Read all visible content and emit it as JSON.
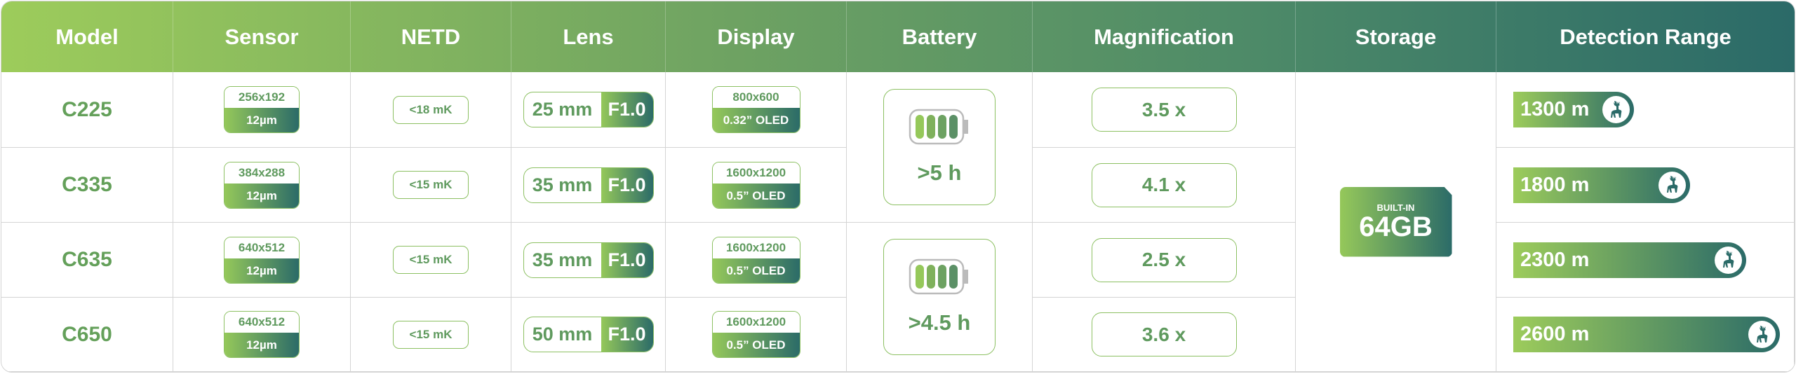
{
  "headers": [
    "Model",
    "Sensor",
    "NETD",
    "Lens",
    "Display",
    "Battery",
    "Magnification",
    "Storage",
    "Detection Range"
  ],
  "rows": [
    {
      "model": "C225",
      "sensor_res": "256x192",
      "sensor_pitch": "12µm",
      "netd": "<18 mK",
      "lens_focal": "25 mm",
      "lens_aperture": "F1.0",
      "display_res": "800x600",
      "display_type": "0.32” OLED",
      "magnification": "3.5 x",
      "range": "1300 m",
      "range_m": 1300
    },
    {
      "model": "C335",
      "sensor_res": "384x288",
      "sensor_pitch": "12µm",
      "netd": "<15 mK",
      "lens_focal": "35 mm",
      "lens_aperture": "F1.0",
      "display_res": "1600x1200",
      "display_type": "0.5” OLED",
      "magnification": "4.1 x",
      "range": "1800 m",
      "range_m": 1800
    },
    {
      "model": "C635",
      "sensor_res": "640x512",
      "sensor_pitch": "12µm",
      "netd": "<15 mK",
      "lens_focal": "35 mm",
      "lens_aperture": "F1.0",
      "display_res": "1600x1200",
      "display_type": "0.5” OLED",
      "magnification": "2.5 x",
      "range": "2300 m",
      "range_m": 2300
    },
    {
      "model": "C650",
      "sensor_res": "640x512",
      "sensor_pitch": "12µm",
      "netd": "<15 mK",
      "lens_focal": "50 mm",
      "lens_aperture": "F1.0",
      "display_res": "1600x1200",
      "display_type": "0.5” OLED",
      "magnification": "3.6 x",
      "range": "2600 m",
      "range_m": 2600
    }
  ],
  "battery": [
    "&gt;5 h",
    ">4.5 h"
  ],
  "storage": {
    "label": "BUILT-IN",
    "capacity": "64GB"
  },
  "colors": {
    "accent_light": "#9dcc5b",
    "accent_dark": "#2b6a68",
    "text_green": "#5f9a5e"
  }
}
